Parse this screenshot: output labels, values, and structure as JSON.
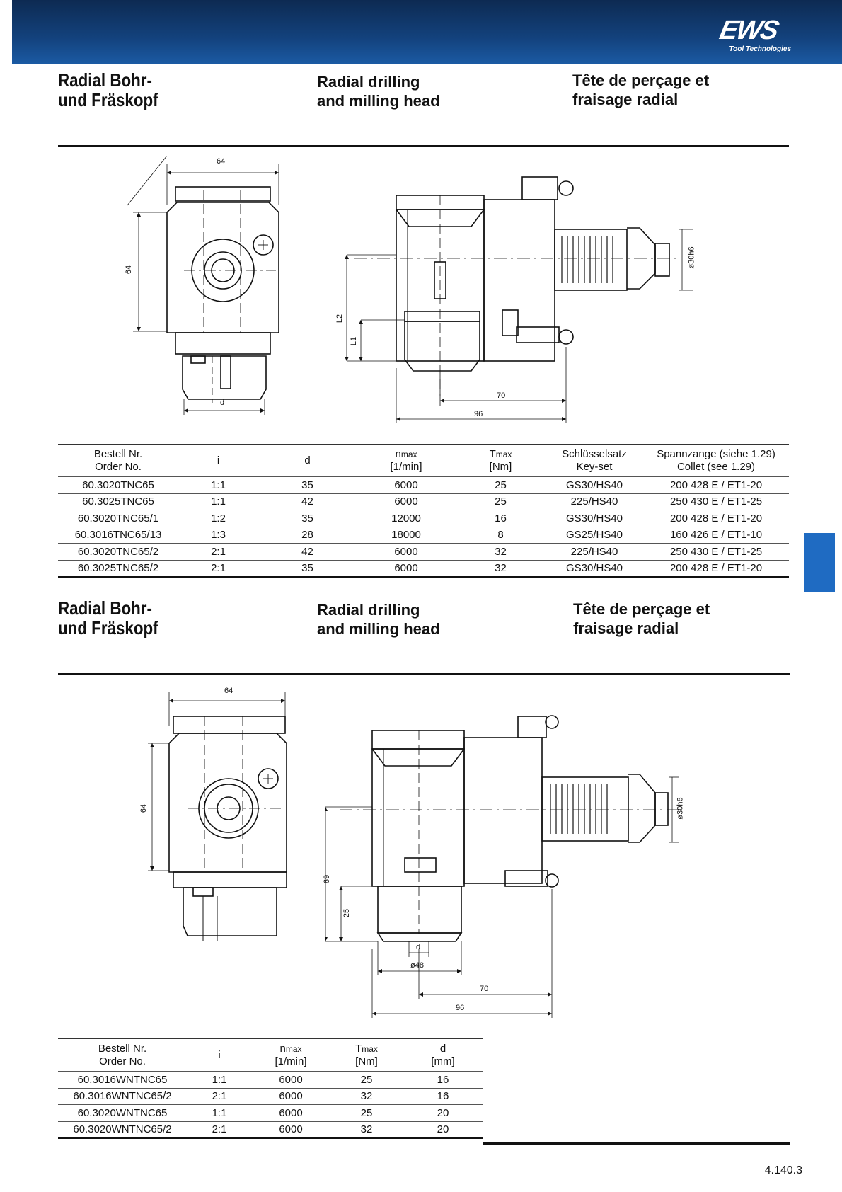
{
  "header": {
    "logo_main": "EWS",
    "logo_sub": "Tool Technologies"
  },
  "sections": [
    {
      "title_de_1": "Radial Bohr-",
      "title_de_2": "und Fräskopf",
      "title_en_1": "Radial drilling",
      "title_en_2": "and milling head",
      "title_fr_1": "Tête de perçage et",
      "title_fr_2": "fraisage radial",
      "drawing_labels": {
        "front_width": "64",
        "front_height": "64",
        "front_d": "d",
        "side_l2": "L2",
        "side_l1": "L1",
        "side_70": "70",
        "side_96": "96",
        "side_shank": "ø30h6"
      },
      "table": {
        "headers": [
          {
            "line1": "Bestell Nr.",
            "line2": "Order No."
          },
          {
            "line1": "i",
            "line2": ""
          },
          {
            "line1": "d",
            "line2": ""
          },
          {
            "line1": "n",
            "sub": "max",
            "line2": "[1/min]"
          },
          {
            "line1": "T",
            "sub": "max",
            "line2": "[Nm]"
          },
          {
            "line1": "Schlüsselsatz",
            "line2": "Key-set"
          },
          {
            "line1": "Spannzange (siehe 1.29)",
            "line2": "Collet (see 1.29)"
          }
        ],
        "rows": [
          [
            "60.3020TNC65",
            "1:1",
            "35",
            "6000",
            "25",
            "GS30/HS40",
            "200 428 E / ET1-20"
          ],
          [
            "60.3025TNC65",
            "1:1",
            "42",
            "6000",
            "25",
            "225/HS40",
            "250 430 E / ET1-25"
          ],
          [
            "60.3020TNC65/1",
            "1:2",
            "35",
            "12000",
            "16",
            "GS30/HS40",
            "200 428 E / ET1-20"
          ],
          [
            "60.3016TNC65/13",
            "1:3",
            "28",
            "18000",
            "8",
            "GS25/HS40",
            "160 426 E / ET1-10"
          ],
          [
            "60.3020TNC65/2",
            "2:1",
            "42",
            "6000",
            "32",
            "225/HS40",
            "250 430 E / ET1-25"
          ],
          [
            "60.3025TNC65/2",
            "2:1",
            "35",
            "6000",
            "32",
            "GS30/HS40",
            "200 428 E / ET1-20"
          ]
        ]
      }
    },
    {
      "title_de_1": "Radial Bohr-",
      "title_de_2": "und Fräskopf",
      "title_en_1": "Radial drilling",
      "title_en_2": "and milling head",
      "title_fr_1": "Tête de perçage et",
      "title_fr_2": "fraisage radial",
      "drawing_labels": {
        "front_width": "64",
        "front_height": "64",
        "side_69": "69",
        "side_25": "25",
        "side_d": "d",
        "side_d48": "ø48",
        "side_70": "70",
        "side_96": "96",
        "side_shank": "ø30h6"
      },
      "table": {
        "headers": [
          {
            "line1": "Bestell Nr.",
            "line2": "Order No."
          },
          {
            "line1": "i",
            "line2": ""
          },
          {
            "line1": "n",
            "sub": "max",
            "line2": "[1/min]"
          },
          {
            "line1": "T",
            "sub": "max",
            "line2": "[Nm]"
          },
          {
            "line1": "d",
            "line2": "[mm]"
          }
        ],
        "rows": [
          [
            "60.3016WNTNC65",
            "1:1",
            "6000",
            "25",
            "16"
          ],
          [
            "60.3016WNTNC65/2",
            "2:1",
            "6000",
            "32",
            "16"
          ],
          [
            "60.3020WNTNC65",
            "1:1",
            "6000",
            "25",
            "20"
          ],
          [
            "60.3020WNTNC65/2",
            "2:1",
            "6000",
            "32",
            "20"
          ]
        ]
      }
    }
  ],
  "footer": {
    "page_number": "4.140.3"
  }
}
